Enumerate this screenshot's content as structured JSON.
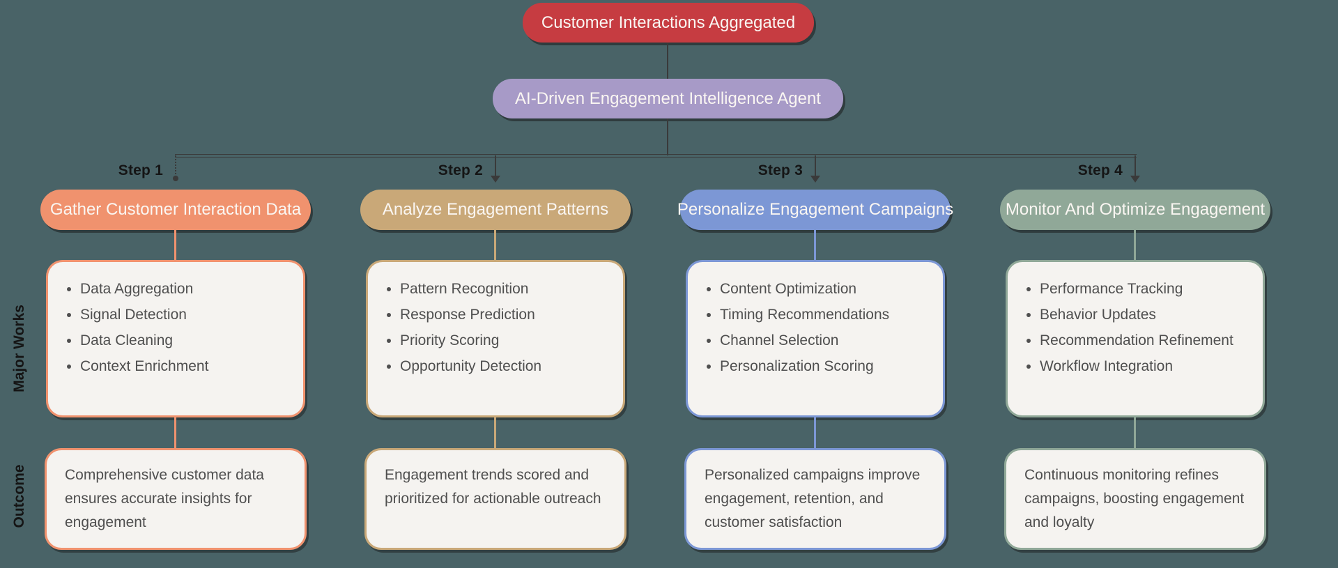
{
  "diagram": {
    "background": "#496367",
    "line_color": "#3A3A3A",
    "box_fill": "#F5F3F0",
    "root": {
      "label": "Customer Interactions Aggregated",
      "color": "#C63C41"
    },
    "agent": {
      "label": "AI-Driven Engagement Intelligence Agent",
      "color": "#A79AC7"
    },
    "row_labels": {
      "major_works": "Major Works",
      "outcome": "Outcome"
    },
    "steps": [
      {
        "step_label": "Step 1",
        "title": "Gather Customer Interaction Data",
        "color": "#F0926E",
        "works": [
          "Data Aggregation",
          "Signal Detection",
          "Data Cleaning",
          "Context Enrichment"
        ],
        "outcome": "Comprehensive customer data ensures accurate insights for engagement"
      },
      {
        "step_label": "Step 2",
        "title": "Analyze Engagement Patterns",
        "color": "#C9A878",
        "works": [
          "Pattern Recognition",
          "Response Prediction",
          "Priority Scoring",
          "Opportunity Detection"
        ],
        "outcome": "Engagement trends scored and prioritized for actionable outreach"
      },
      {
        "step_label": "Step 3",
        "title": "Personalize Engagement Campaigns",
        "color": "#7C97D5",
        "works": [
          "Content Optimization",
          "Timing Recommendations",
          "Channel Selection",
          "Personalization Scoring"
        ],
        "outcome": "Personalized campaigns improve engagement, retention, and customer satisfaction"
      },
      {
        "step_label": "Step 4",
        "title": "Monitor And Optimize Engagement",
        "color": "#90A898",
        "works": [
          "Performance Tracking",
          "Behavior Updates",
          "Recommendation Refinement",
          "Workflow Integration"
        ],
        "outcome": "Continuous monitoring refines campaigns, boosting engagement and loyalty"
      }
    ]
  }
}
